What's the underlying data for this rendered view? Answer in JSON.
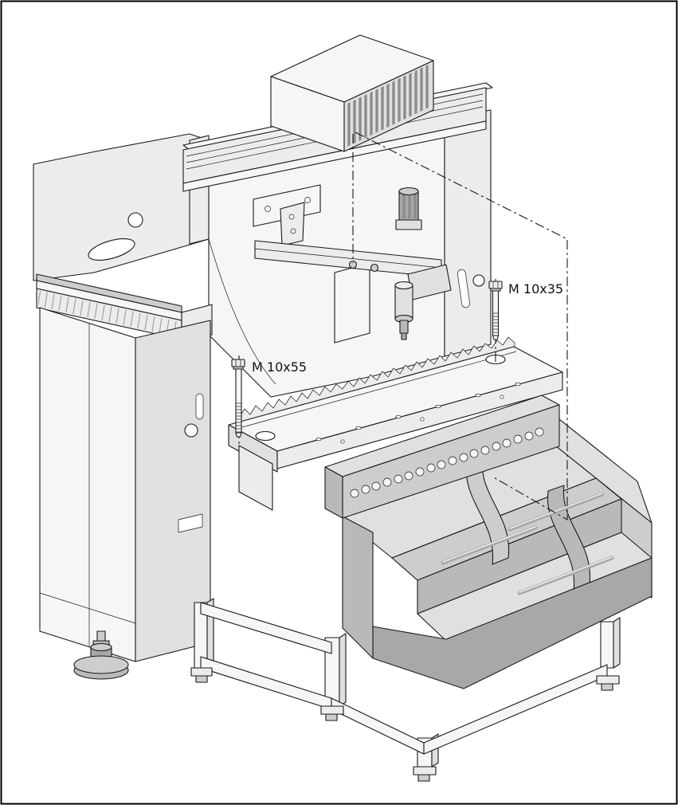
{
  "figure": {
    "callouts": [
      {
        "id": "screw-left",
        "label": "M 10x55"
      },
      {
        "id": "screw-right",
        "label": "M 10x35"
      }
    ],
    "palette": {
      "line": "#1a1a1a",
      "border": "#000000",
      "white": "#ffffff",
      "page_background": "#ffffff",
      "light_1": "#f6f6f6",
      "light_2": "#ececec",
      "mid_1": "#e0e0e0",
      "mid_2": "#cdcdcd",
      "dark_1": "#b9b9b9",
      "dark_2": "#a8a8a8",
      "metal_dark": "#8c8c8c"
    }
  }
}
